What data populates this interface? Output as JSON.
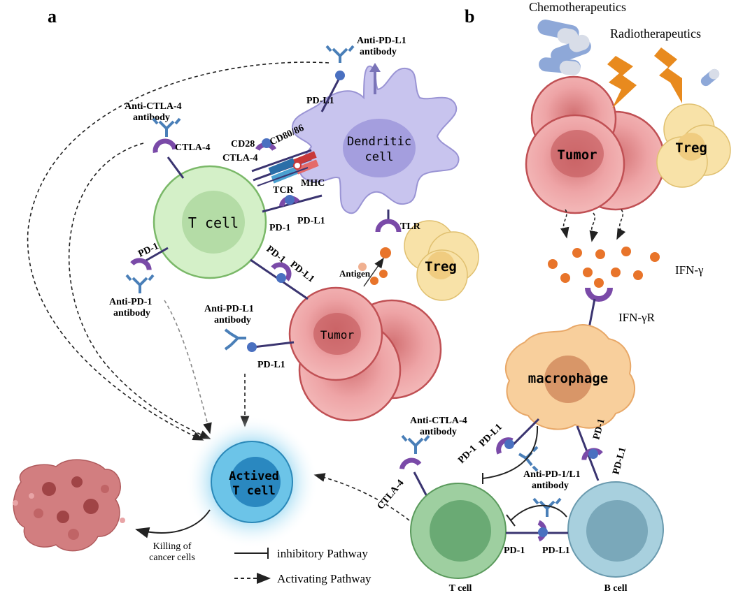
{
  "panels": {
    "a": "a",
    "b": "b"
  },
  "labels": {
    "anti_pdl1_top_1": "Anti-PD-L1",
    "anti_pdl1_top_2": "antibody",
    "pdl1_dc": "PD-L1",
    "anti_ctla4_1": "Anti-CTLA-4",
    "anti_ctla4_2": "antibody",
    "ctla4_a": "CTLA-4",
    "cd28": "CD28",
    "cd8086": "CD80/86",
    "ctla4_inner": "CTLA-4",
    "tcr": "TCR",
    "mhc": "MHC",
    "dendritic_1": "Dendritic",
    "dendritic_2": "cell",
    "tcell_a": "T cell",
    "pd1_right": "PD-1",
    "pdl1_right": "PD-L1",
    "pd1_left": "PD-1",
    "anti_pd1_1": "Anti-PD-1",
    "anti_pd1_2": "antibody",
    "tlr": "TLR",
    "antigen": "Antigen",
    "treg_a": "Treg",
    "pd1_tumor": "PD-1",
    "pdl1_tumor": "PD-L1",
    "anti_pdl1_mid_1": "Anti-PD-L1",
    "anti_pdl1_mid_2": "antibody",
    "tumor_a": "Tumor",
    "pdl1_tumor_left": "PD-L1",
    "actived_1": "Actived",
    "actived_2": "T cell",
    "killing_1": "Killing of",
    "killing_2": "cancer cells",
    "legend_inhibitory": "inhibitory Pathway",
    "legend_activating": "Activating Pathway",
    "chemo": "Chemotherapeutics",
    "radio": "Radiotherapeutics",
    "tumor_b": "Tumor",
    "treg_b": "Treg",
    "ifng": "IFN-γ",
    "ifngr": "IFN-γR",
    "macrophage": "macrophage",
    "anti_ctla4_b_1": "Anti-CTLA-4",
    "anti_ctla4_b_2": "antibody",
    "pd1_b_left": "PD-1",
    "pdl1_b_left": "PD-L1",
    "pd1_b_right": "PD-1",
    "pdl1_b_right": "PD-L1",
    "ctla4_b": "CTLA-4",
    "anti_pd1l1_1": "Anti-PD-1/L1",
    "anti_pd1l1_2": "antibody",
    "pd1_bottom": "PD-1",
    "pdl1_bottom": "PD-L1",
    "tcell_b": "T cell",
    "bcell_b": "B cell"
  },
  "colors": {
    "tcell": "#d4f0c8",
    "dendritic": "#c8c4ee",
    "treg": "#f8e2a8",
    "tumor": "#e89a9c",
    "actived": "#6cc4e8",
    "macrophage": "#f8cf9c",
    "bcell": "#a8d0de",
    "receptor": "#5a4a8a",
    "antibody": "#4a7fb8",
    "ifn": "#e8742a",
    "lightning": "#e88a1e"
  }
}
